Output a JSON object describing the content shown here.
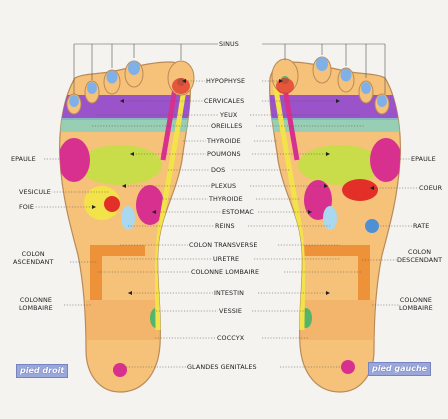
{
  "center_labels": {
    "sinus": "SINUS",
    "hypophyse": "HYPOPHYSE",
    "cervicales": "CERVICALES",
    "yeux": "YEUX",
    "oreilles": "OREILLES",
    "thyroide": "THYROIDE",
    "poumons": "POUMONS",
    "dos": "DOS",
    "plexus": "PLEXUS",
    "thyroide2": "THYROIDE",
    "estomac": "ESTOMAC",
    "reins": "REINS",
    "colon_transverse": "COLON TRANSVERSE",
    "uretre": "URETRE",
    "colonne_lombaire": "COLONNE LOMBAIRE",
    "intestin": "INTESTIN",
    "vessie": "VESSIE",
    "coccyx": "COCCYX",
    "glandes_genitales": "GLANDES GENITALES"
  },
  "left_labels": {
    "epaule": "EPAULE",
    "vesicule": "VESICULE",
    "foie": "FOIE",
    "colon_ascendant": "COLON\nASCENDANT",
    "colonne_lombaire": "COLONNE\nLOMBAIRE"
  },
  "right_labels": {
    "epaule": "EPAULE",
    "coeur": "COEUR",
    "rate": "RATE",
    "colon_descendant": "COLON\nDESCENDANT",
    "colonne_lombaire": "COLONNE\nLOMBAIRE"
  },
  "foot_tags": {
    "right_foot": "pied droit",
    "left_foot": "pied gauche"
  },
  "colors": {
    "foot_skin": "#f6c27a",
    "foot_outline": "#b98a58",
    "toe_blue": "#7fb0e8",
    "purple": "#9a53c8",
    "magenta": "#d8308e",
    "yellow_green": "#c9dc4a",
    "yellow": "#f3e34a",
    "red": "#e23028",
    "orange": "#ec8a2e",
    "green": "#55b36a",
    "light_blue": "#a9d8ef",
    "label_bg": "#f4f3ef",
    "tag_blue": "#9aa7da"
  }
}
